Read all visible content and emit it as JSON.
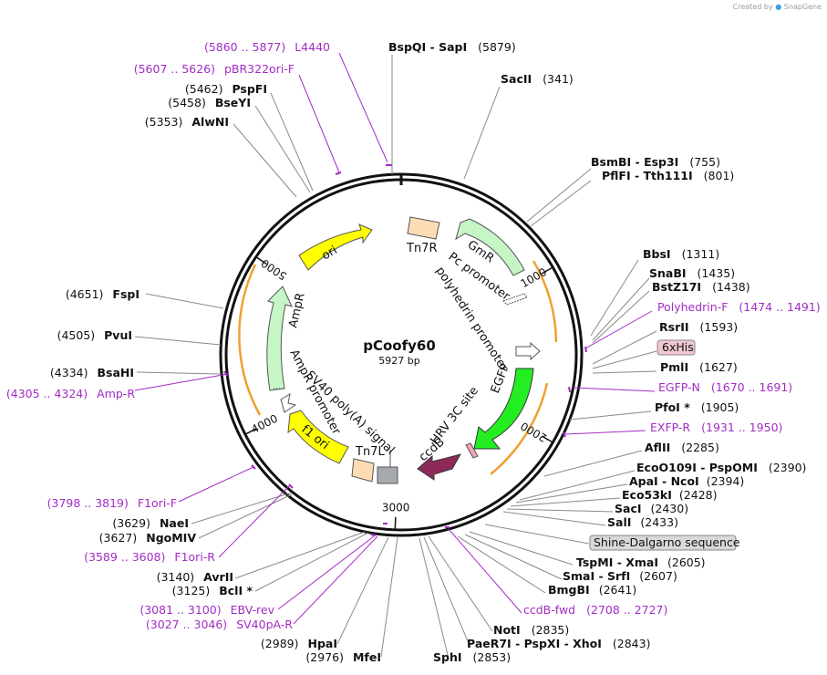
{
  "credit": {
    "prefix": "Created by",
    "brand": "SnapGene"
  },
  "plasmid": {
    "name": "pCoofy60",
    "size_label": "5927 bp"
  },
  "ticks": [
    {
      "label": "1000",
      "angle": 60
    },
    {
      "label": "2000",
      "angle": 120
    },
    {
      "label": "3000",
      "angle": 182
    },
    {
      "label": "4000",
      "angle": 243
    },
    {
      "label": "5000",
      "angle": 304
    }
  ],
  "features": [
    {
      "name": "Tn7R",
      "kind": "box",
      "color": "#fddcb5"
    },
    {
      "name": "GmR",
      "kind": "arrow",
      "color": "#c6f5c6"
    },
    {
      "name": "Pc promoter",
      "kind": "arrow",
      "color": "#ffffff"
    },
    {
      "name": "polyhedrin promoter",
      "kind": "arrow",
      "color": "#ffffff"
    },
    {
      "name": "EGFP",
      "kind": "arrow",
      "color": "#22ee22"
    },
    {
      "name": "HRV 3C site",
      "kind": "box",
      "color": "#f4a6b5"
    },
    {
      "name": "ccdB",
      "kind": "arrow",
      "color": "#8e2a5a"
    },
    {
      "name": "Tn7L",
      "kind": "box",
      "color": "#fddcb5"
    },
    {
      "name": "SV40 poly(A) signal",
      "kind": "box",
      "color": "#a6a9ad"
    },
    {
      "name": "f1 ori",
      "kind": "arrow",
      "color": "#ffff00"
    },
    {
      "name": "AmpR promoter",
      "kind": "arrow",
      "color": "#ffffff"
    },
    {
      "name": "AmpR",
      "kind": "arrow",
      "color": "#c6f5c6"
    },
    {
      "name": "ori",
      "kind": "arrow",
      "color": "#ffff00"
    }
  ],
  "right_labels": [
    {
      "pos": "",
      "name": "BspQI - SapI",
      "pos2": "(5879)"
    },
    {
      "name": "SacII",
      "pos2": "(341)"
    },
    {
      "name": "BsmBI - Esp3I",
      "pos2": "(755)"
    },
    {
      "name": "PflFI - Tth111I",
      "pos2": "(801)"
    },
    {
      "name": "BbsI",
      "pos2": "(1311)"
    },
    {
      "name": "SnaBI",
      "pos2": "(1435)"
    },
    {
      "name": "BstZ17I",
      "pos2": "(1438)"
    },
    {
      "name": "Polyhedrin-F",
      "pos2": "(1474 .. 1491)",
      "primer": true
    },
    {
      "name": "RsrII",
      "pos2": "(1593)"
    },
    {
      "name": "6xHis",
      "pos2": "",
      "tag": "pink"
    },
    {
      "name": "PmlI",
      "pos2": "(1627)"
    },
    {
      "name": "EGFP-N",
      "pos2": "(1670 .. 1691)",
      "primer": true
    },
    {
      "name": "PfoI *",
      "pos2": "(1905)"
    },
    {
      "name": "EXFP-R",
      "pos2": "(1931 .. 1950)",
      "primer": true
    },
    {
      "name": "AflII",
      "pos2": "(2285)"
    },
    {
      "name": "EcoO109I - PspOMI",
      "pos2": "(2390)"
    },
    {
      "name": "ApaI - NcoI",
      "pos2": "(2394)"
    },
    {
      "name": "Eco53kI",
      "pos2": "(2428)"
    },
    {
      "name": "SacI",
      "pos2": "(2430)"
    },
    {
      "name": "SalI",
      "pos2": "(2433)"
    },
    {
      "name": "Shine-Dalgarno sequence",
      "pos2": "",
      "tag": "gray"
    },
    {
      "name": "TspMI - XmaI",
      "pos2": "(2605)"
    },
    {
      "name": "SmaI - SrfI",
      "pos2": "(2607)"
    },
    {
      "name": "BmgBI",
      "pos2": "(2641)"
    },
    {
      "name": "ccdB-fwd",
      "pos2": "(2708 .. 2727)",
      "primer": true
    },
    {
      "name": "NotI",
      "pos2": "(2835)"
    },
    {
      "name": "PaeR7I - PspXI - XhoI",
      "pos2": "(2843)"
    },
    {
      "name": "SphI",
      "pos2": "(2853)"
    }
  ],
  "left_labels": [
    {
      "pos": "(5860 .. 5877)",
      "name": "L4440",
      "primer": true
    },
    {
      "pos": "(5607 .. 5626)",
      "name": "pBR322ori-F",
      "primer": true
    },
    {
      "pos": "(5462)",
      "name": "PspFI"
    },
    {
      "pos": "(5458)",
      "name": "BseYI"
    },
    {
      "pos": "(5353)",
      "name": "AlwNI"
    },
    {
      "pos": "(4651)",
      "name": "FspI"
    },
    {
      "pos": "(4505)",
      "name": "PvuI"
    },
    {
      "pos": "(4334)",
      "name": "BsaHI"
    },
    {
      "pos": "(4305 .. 4324)",
      "name": "Amp-R",
      "primer": true
    },
    {
      "pos": "(3798 .. 3819)",
      "name": "F1ori-F",
      "primer": true
    },
    {
      "pos": "(3629)",
      "name": "NaeI"
    },
    {
      "pos": "(3627)",
      "name": "NgoMIV"
    },
    {
      "pos": "(3589 .. 3608)",
      "name": "F1ori-R",
      "primer": true
    },
    {
      "pos": "(3140)",
      "name": "AvrII"
    },
    {
      "pos": "(3125)",
      "name": "BclI *"
    },
    {
      "pos": "(3081 .. 3100)",
      "name": "EBV-rev",
      "primer": true
    },
    {
      "pos": "(3027 .. 3046)",
      "name": "SV40pA-R",
      "primer": true
    },
    {
      "pos": "(2989)",
      "name": "HpaI"
    },
    {
      "pos": "(2976)",
      "name": "MfeI"
    }
  ]
}
